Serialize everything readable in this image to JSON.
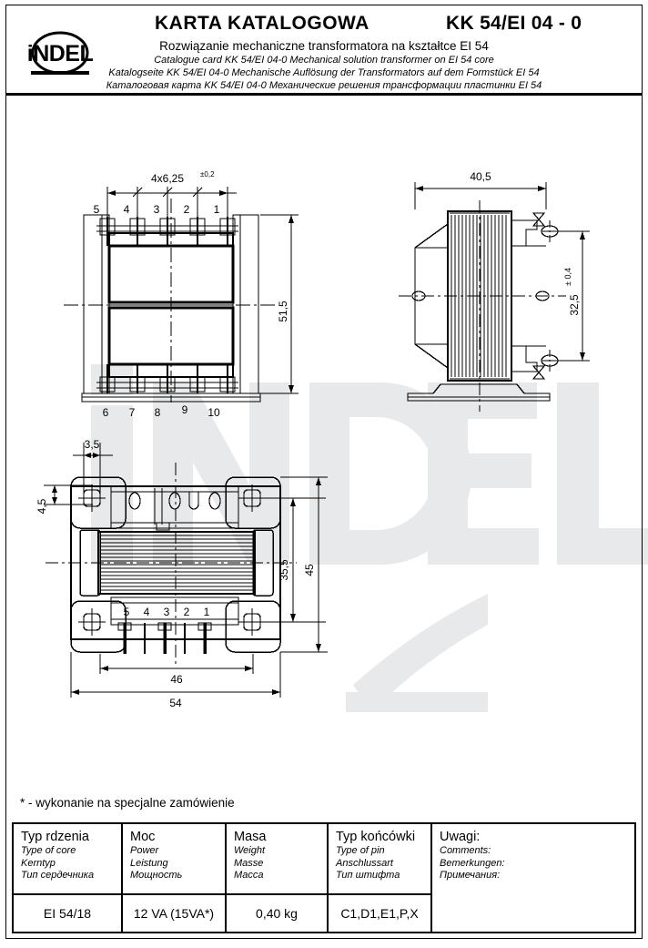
{
  "document": {
    "logo_text": "iNDEL",
    "title": "KARTA  KATALOGOWA",
    "code": "KK 54/EI 04 - 0",
    "subtitle_pl": "Rozwiązanie mechaniczne transformatora na kształtce EI 54",
    "subtitle_en": "Catalogue card KK 54/EI 04-0   Mechanical solution transformer on EI 54 core",
    "subtitle_de": "Katalogseite KK 54/EI 04-0   Mechanische Auflösung der Transformators auf dem Formstück EI 54",
    "subtitle_ru": "Каталоговая карта KK 54/EI 04-0   Механические решения трансформации пластинки EI 54",
    "watermark_text": "iNDEL",
    "note": "* - wykonanie na specjalne zamówienie"
  },
  "drawings": {
    "front_view": {
      "pitch_dim": "4x6,25",
      "pitch_tol": "±0,2",
      "height_dim": "51,5",
      "pins_top": [
        "5",
        "4",
        "3",
        "2",
        "1"
      ],
      "pins_bottom": [
        "6",
        "7",
        "8",
        "9",
        "10"
      ]
    },
    "side_view": {
      "width_dim": "40,5",
      "height_dim": "32,5",
      "height_tol": "± 0,4"
    },
    "plan_view": {
      "slot_width_dim": "3,5",
      "slot_height_dim": "4,5",
      "hole_pitch_dim": "35,5",
      "depth_dim": "45",
      "pin_span_dim": "46",
      "overall_dim": "54",
      "pins": [
        "5",
        "4",
        "3",
        "2",
        "1"
      ]
    }
  },
  "table": {
    "columns": [
      {
        "pl": "Typ rdzenia",
        "en": "Type of core",
        "de": "Kerntyp",
        "ru": "Тип сердечника",
        "value": "EI 54/18"
      },
      {
        "pl": "Moc",
        "en": "Power",
        "de": "Leistung",
        "ru": "Мощность",
        "value": "12 VA  (15VA*)"
      },
      {
        "pl": "Masa",
        "en": "Weight",
        "de": "Masse",
        "ru": "Масса",
        "value": "0,40 kg"
      },
      {
        "pl": "Typ końcówki",
        "en": "Type of pin",
        "de": "Anschlussart",
        "ru": "Тип штифта",
        "value": "C1,D1,E1,P,X"
      },
      {
        "pl": "Uwagi:",
        "en": "Comments:",
        "de": "Bemerkungen:",
        "ru": "Примечания:",
        "value": ""
      }
    ]
  },
  "colors": {
    "ink": "#000000",
    "watermark": "#e7e9ea",
    "paper": "#ffffff"
  }
}
